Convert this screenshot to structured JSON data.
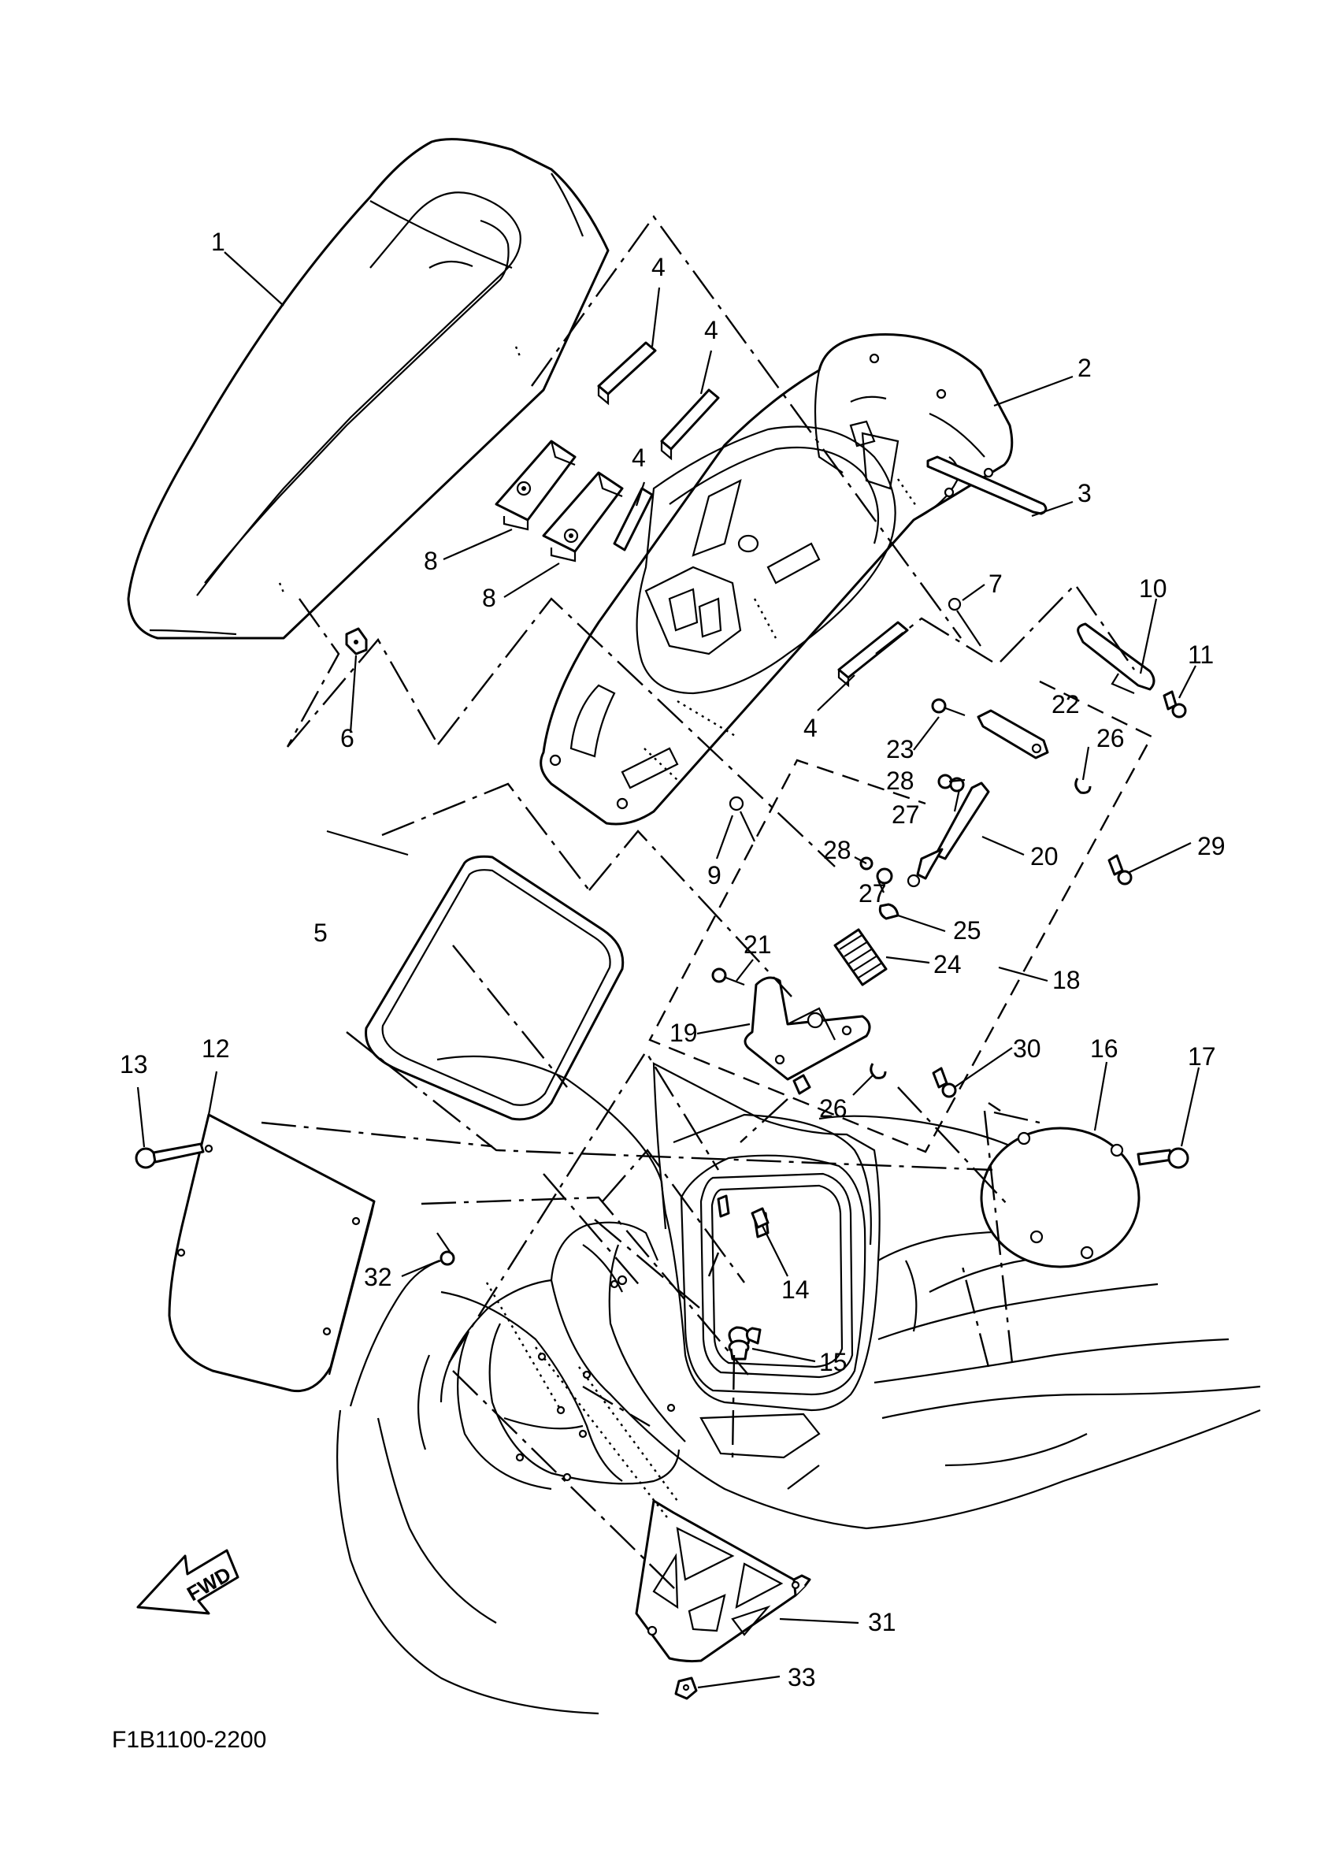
{
  "diagram": {
    "drawing_code": "F1B1100-2200",
    "fwd_label": "FWD",
    "callouts": [
      "1",
      "2",
      "3",
      "4",
      "4",
      "4",
      "4",
      "5",
      "6",
      "7",
      "8",
      "8",
      "9",
      "10",
      "11",
      "12",
      "13",
      "14",
      "15",
      "16",
      "17",
      "18",
      "19",
      "20",
      "21",
      "22",
      "23",
      "24",
      "25",
      "26",
      "26",
      "27",
      "27",
      "28",
      "28",
      "29",
      "30",
      "31",
      "32",
      "33"
    ]
  }
}
